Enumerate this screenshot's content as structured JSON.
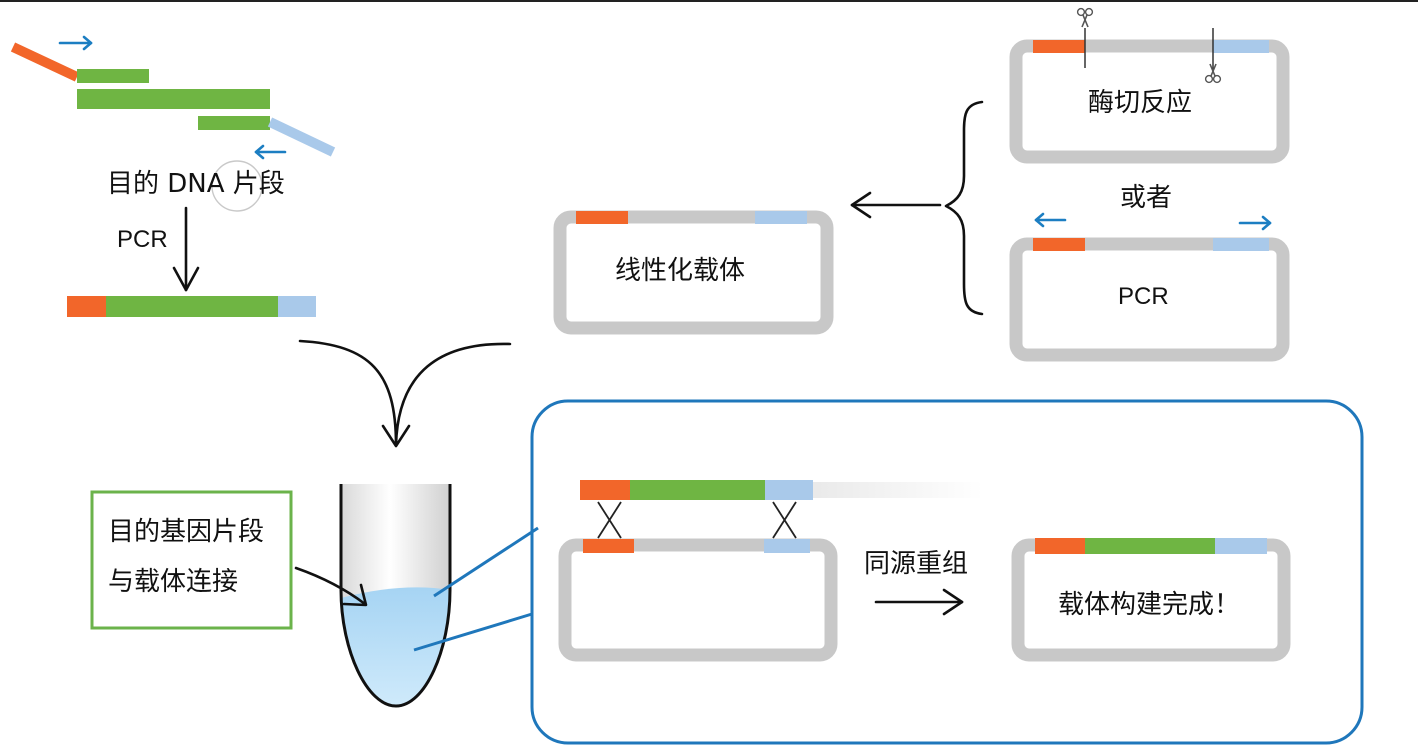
{
  "colors": {
    "orange": "#f2662a",
    "green": "#6fb543",
    "light_blue": "#a9c9ea",
    "gray": "#c8c8c8",
    "primer_arrow": "#1c7ec2",
    "frame_blue": "#1f77bb",
    "label_box_green": "#6bb34b",
    "tube_liquid": "#b3dcf6"
  },
  "labels": {
    "target_fragment": "目的 DNA 片段",
    "pcr_left": "PCR",
    "enzyme_digestion": "酶切反应",
    "or": "或者",
    "pcr_right": "PCR",
    "linearized_vector": "线性化载体",
    "connection_line1": "目的基因片段",
    "connection_line2": "与载体连接",
    "homologous_recombination": "同源重组",
    "construction_complete": "载体构建完成！"
  },
  "icons": {
    "scissors": "scissors-icon"
  }
}
